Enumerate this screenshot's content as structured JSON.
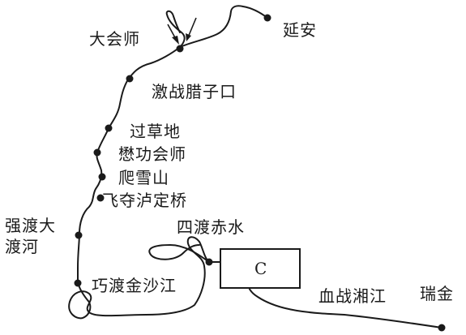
{
  "map": {
    "route": {
      "start": "瑞金",
      "end": "延安"
    },
    "places": {
      "yanan": "延安",
      "dahuishi": "大会师",
      "jizhan_lazikou": "激战腊子口",
      "guo_caodi": "过草地",
      "maogong_huishi": "懋功会师",
      "pa_xueshan": "爬雪山",
      "feiduo_ludingqiao": "飞夺泸定桥",
      "sidu_chishui": "四渡赤水",
      "qiangdu_daduhe": "强渡大渡河",
      "qiaodu_jinshajiang": "巧渡金沙江",
      "xuezhan_xiangjiang": "血战湘江",
      "ruijin": "瑞金"
    },
    "box_label": "C",
    "colors": {
      "line": "#1a1a1a",
      "background": "#ffffff"
    }
  }
}
